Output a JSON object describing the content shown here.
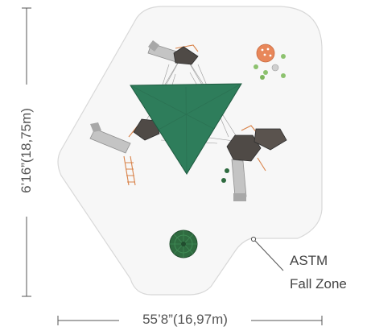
{
  "dimensions": {
    "width_label": "55’8”(16,97m)",
    "height_label": "6’16”(18,75m)"
  },
  "fall_zone": {
    "line1": "ASTM",
    "line2": "Fall Zone"
  },
  "colors": {
    "fall_zone_fill": "#f7f7f7",
    "fall_zone_stroke": "#d8d8d8",
    "shade_canopy": "#2e7d5b",
    "deck": "#4a4a4a",
    "slide": "#bfbfbf",
    "climbing_net": "#d9834a",
    "spinner": "#2f6b40",
    "stepping_pods": "#8dc26f",
    "panel": "#e8875a"
  }
}
